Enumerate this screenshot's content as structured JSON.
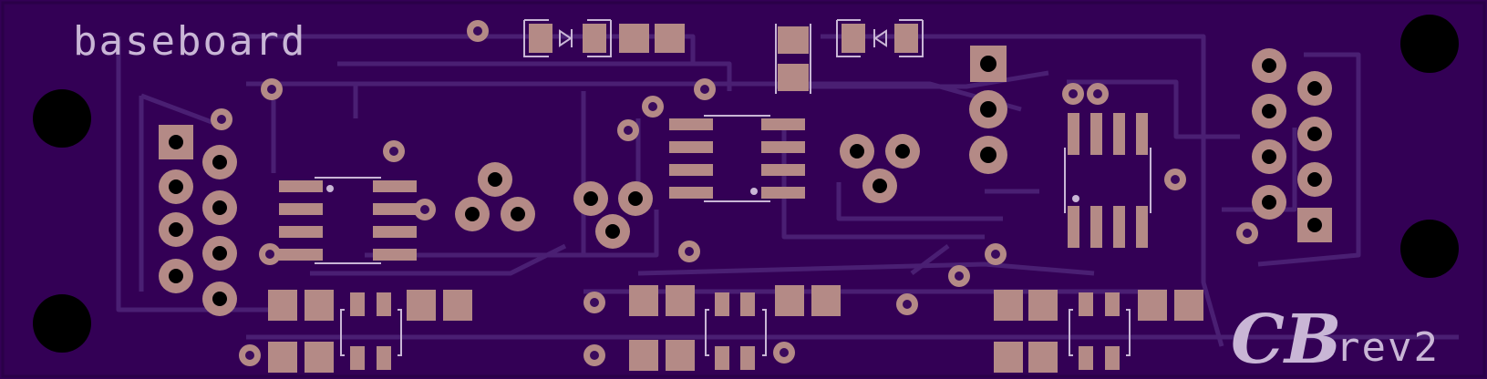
{
  "board": {
    "name_label": "baseboard",
    "revision_label": "rev2",
    "logo_text": "CB",
    "colors": {
      "substrate": "#330055",
      "trace": "#4a1f73",
      "pad": "#b48a86",
      "drill": "#3a0a5c",
      "silkscreen": "#c9b6d6",
      "mount_hole": "#000000"
    }
  }
}
